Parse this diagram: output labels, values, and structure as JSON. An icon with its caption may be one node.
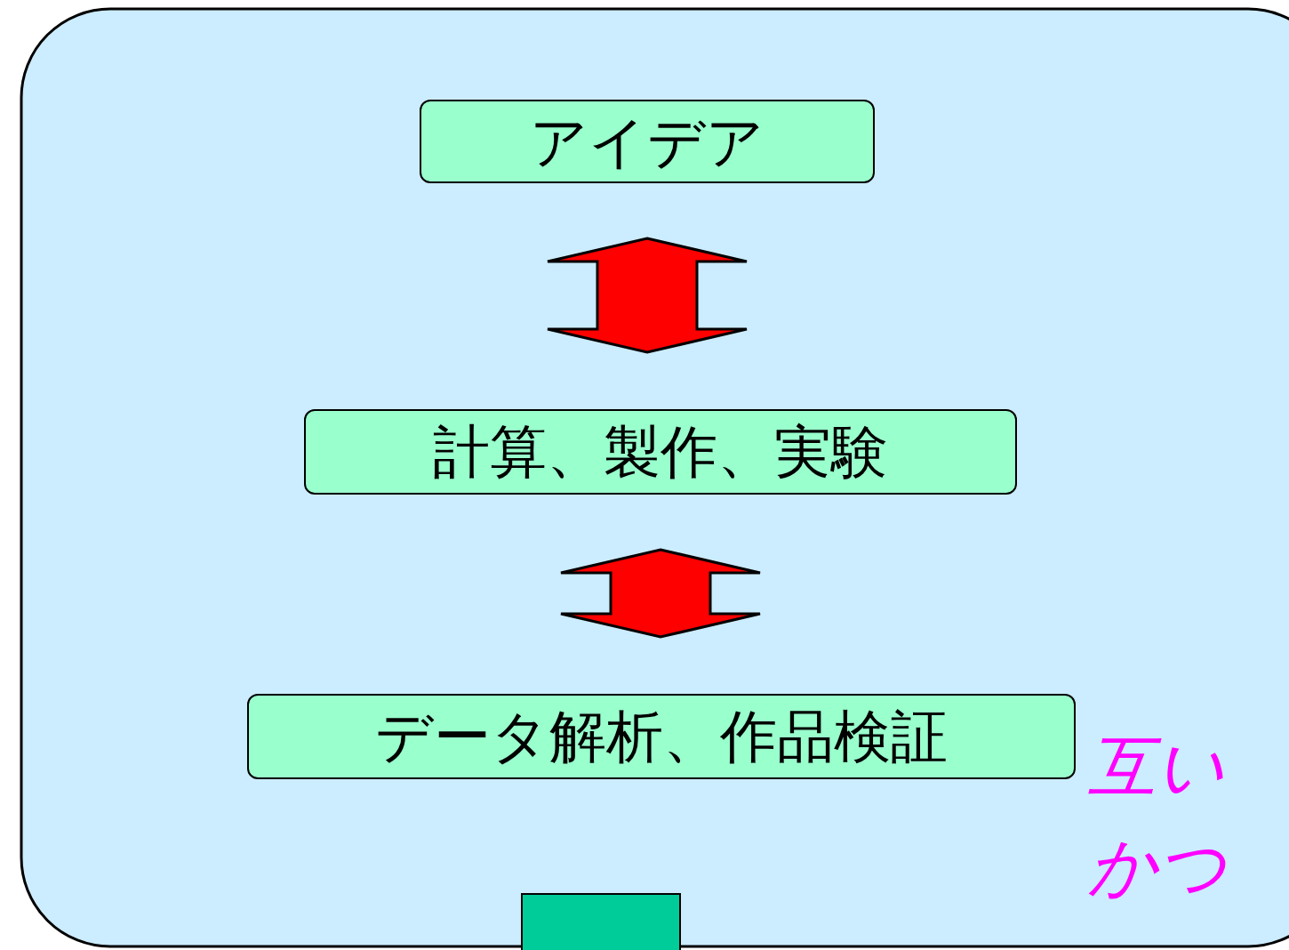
{
  "diagram": {
    "nodes": [
      {
        "text": [
          "アイデア"
        ]
      },
      {
        "text": [
          "計算、製作、実験"
        ]
      },
      {
        "text": [
          "データ解析、作品検証"
        ]
      },
      {
        "text": [],
        "shape": "box"
      }
    ],
    "edges": [
      {
        "from": 0,
        "to": 1,
        "arrow": "both"
      },
      {
        "from": 1,
        "to": 2,
        "arrow": "both"
      }
    ],
    "labels": [
      "互い",
      "かつ"
    ]
  }
}
